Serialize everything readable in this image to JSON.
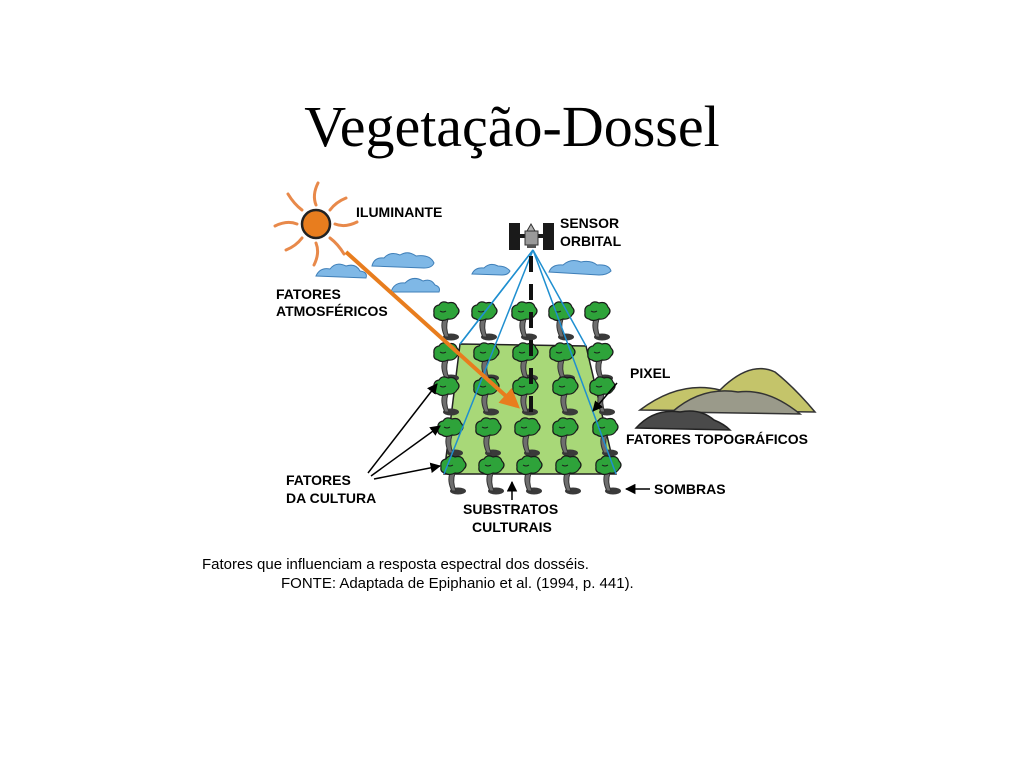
{
  "title": "Vegetação-Dossel",
  "labels": {
    "iluminante": "ILUMINANTE",
    "sensor_line1": "SENSOR",
    "sensor_line2": "ORBITAL",
    "atmos_line1": "FATORES",
    "atmos_line2": "ATMOSFÉRICOS",
    "pixel": "PIXEL",
    "topograficos": "FATORES TOPOGRÁFICOS",
    "cultura_line1": "FATORES",
    "cultura_line2": "DA CULTURA",
    "sombras": "SOMBRAS",
    "substratos_line1": "SUBSTRATOS",
    "substratos_line2": "CULTURAIS"
  },
  "caption": {
    "line1": "Fatores que influenciam a resposta espectral dos dosséis.",
    "line2": "FONTE: Adaptada de Epiphanio et al. (1994, p. 441)."
  },
  "colors": {
    "sun": "#e87d1e",
    "sun_ray": "#e8894a",
    "illumination_arrow": "#e87d1e",
    "sensor_view_lines": "#1f8fd0",
    "cloud": "#7fb8e6",
    "pixel_field": "#a8d878",
    "tree_canopy": "#2ea33a",
    "tree_trunk": "#6e6e6e",
    "mountain_light": "#c4c46a",
    "mountain_mid": "#9a9a8a",
    "mountain_dark": "#4a4a4a"
  },
  "icons": [
    "sun-icon",
    "satellite-icon",
    "cloud-icon",
    "tree-icon",
    "mountain-icon"
  ],
  "canopy": {
    "rows": 5,
    "columns": 5
  }
}
